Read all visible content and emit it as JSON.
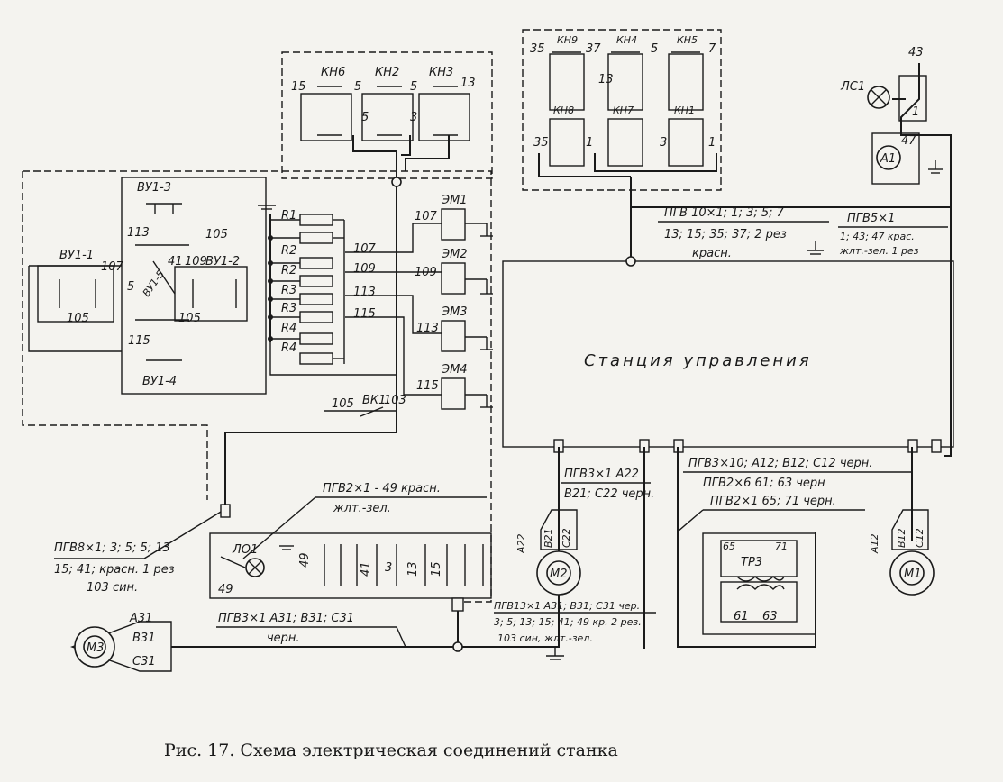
{
  "caption": "Рис. 17. Схема электрическая соединений станка",
  "station": {
    "title": "Станция управления"
  },
  "pushbuttons": {
    "kn6": "КН6",
    "kn2": "КН2",
    "kn3": "КН3",
    "t15": "15",
    "t5a": "5",
    "t5b": "5",
    "t13": "13",
    "t5c": "5",
    "t3": "3"
  },
  "buttonbox": {
    "kn9": "КН9",
    "kn4": "КН4",
    "kn5": "КН5",
    "kn8": "КН8",
    "kn7": "КН7",
    "kn1": "КН1",
    "t35": "35",
    "t37": "37",
    "t5": "5",
    "t7": "7",
    "t13": "13",
    "t35b": "35",
    "t1": "1",
    "t3": "3",
    "t1b": "1"
  },
  "lamp": {
    "ls1": "ЛС1",
    "t43": "43",
    "t1": "1",
    "a1": "А1",
    "t47": "47"
  },
  "cables": {
    "pgv10_a": "ПГВ 10×1",
    "pgv10_b": "; 1; 3; 5; 7",
    "pgv10_c": "13; 15; 35; 37; 2 рез",
    "pgv10_d": "красн.",
    "pgv5_a": "ПГВ5×1",
    "pgv5_b": "1; 43; 47 крас.",
    "pgv5_c": "жлт.-зел. 1 рез",
    "pgv3_a": "ПГВ3×10",
    "pgv3_b": "; А12; В12; С12 черн.",
    "pgv2_6_a": "ПГВ2×6",
    "pgv2_6_b": "61; 63 черн",
    "pgv2_1_a": "ПГВ2×1",
    "pgv2_1_b": "65; 71 черн.",
    "pgv3_m2_a": "ПГВ3×1",
    "pgv3_m2_b": "А22",
    "pgv3_m2_c": "В21; С22 черн.",
    "pgv2_49_a": "ПГВ2×1",
    "pgv2_49_b": " - 49 красн.",
    "pgv2_49_c": "жлт.-зел.",
    "pgv8_a": "ПГВ8×1",
    "pgv8_b": "; 3; 5; 5; 13",
    "pgv8_c": "15; 41; красн. 1 рез",
    "pgv8_d": "103 син.",
    "pgv13_a": "ПГВ13×1",
    "pgv13_b": "А31; В31; С31 чер.",
    "pgv13_c": "3; 5; 13; 15; 41; 49 кр. 2 рез.",
    "pgv13_d": "103 син, жлт.-зел.",
    "pgv3_m3_a": "ПГВ3×1",
    "pgv3_m3_b": "А31; В31; С31",
    "pgv3_m3_c": "черн."
  },
  "switches": {
    "vu13": "ВУ1-3",
    "vu11": "ВУ1-1",
    "vu12": "ВУ1-2",
    "vu14": "ВУ1-4",
    "vu15": "ВУ1-5",
    "t113": "113",
    "t105": "105",
    "t107": "107",
    "t41": "41",
    "t109": "109",
    "t5": "5",
    "t105b": "105",
    "t115": "115",
    "t105c": "105"
  },
  "resistors": {
    "r1a": "R1",
    "r2a": "R2",
    "r2b": "R2",
    "r3a": "R3",
    "r3b": "R3",
    "r4a": "R4",
    "r4b": "R4",
    "t107": "107",
    "t109": "109",
    "t113": "113",
    "t115": "115"
  },
  "clutches": {
    "em1": "ЭМ1",
    "em2": "ЭМ2",
    "em3": "ЭМ3",
    "em4": "ЭМ4",
    "t107": "107",
    "t109": "109",
    "t113": "113",
    "t115": "115"
  },
  "vk": {
    "t105": "105",
    "vk1": "ВК1",
    "t103": "103"
  },
  "terminal": {
    "lo1": "ЛО1",
    "t49a": "49",
    "t49b": "49",
    "t3": "3",
    "t41": "41",
    "t13": "13",
    "t15": "15"
  },
  "motors": {
    "m1": "М1",
    "m2": "М2",
    "m3": "М3",
    "a12": "А12",
    "b12": "В12",
    "c12": "С12",
    "a22": "А22",
    "b21": "В21",
    "c22": "С22",
    "a31": "А31",
    "b31": "В31",
    "c31": "С31"
  },
  "transformer": {
    "tr3": "ТР3",
    "t65": "65",
    "t71": "71",
    "t61": "61",
    "t63": "63"
  }
}
